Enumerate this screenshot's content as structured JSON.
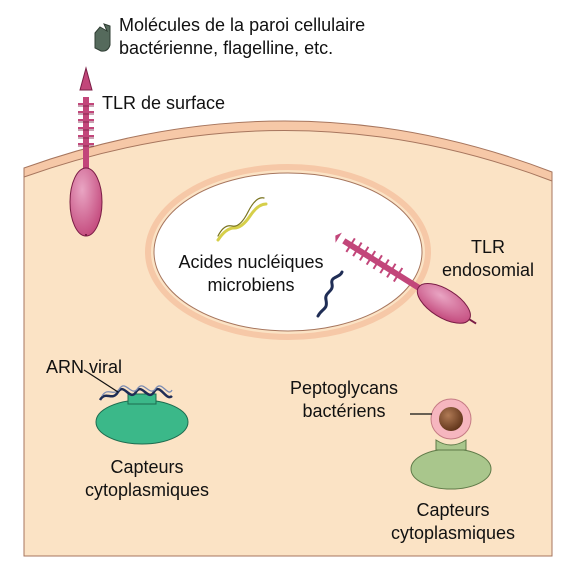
{
  "labels": {
    "wall_molecules": {
      "line1": "Molécules de la paroi cellulaire",
      "line2": "bactérienne, flagelline, etc."
    },
    "tlr_surface": "TLR de surface",
    "nucleic_acids": {
      "line1": "Acides nucléiques",
      "line2": "microbiens"
    },
    "tlr_endosomal": {
      "line1": "TLR",
      "line2": "endosomial"
    },
    "arn_viral": "ARN viral",
    "sensor_left": {
      "line1": "Capteurs",
      "line2": "cytoplasmiques"
    },
    "peptidoglycans": {
      "line1": "Peptoglycans",
      "line2": "bactériens"
    },
    "sensor_right": {
      "line1": "Capteurs",
      "line2": "cytoplasmiques"
    }
  },
  "colors": {
    "cytoplasm": "#fbe3c5",
    "membrane": "#f6c8a7",
    "endosome_fill": "#ffffff",
    "tlr": "#c2467a",
    "tlr_stripe": "#f3d4de",
    "sensor_left": "#3bb889",
    "sensor_right": "#a9c68c",
    "dna_yellow": "#d6cf4a",
    "dna_navy": "#1f2d55",
    "ligand": "#556a5c",
    "bacterium_ring": "#f6b6bf",
    "bacterium_core": "#6d3c22"
  }
}
